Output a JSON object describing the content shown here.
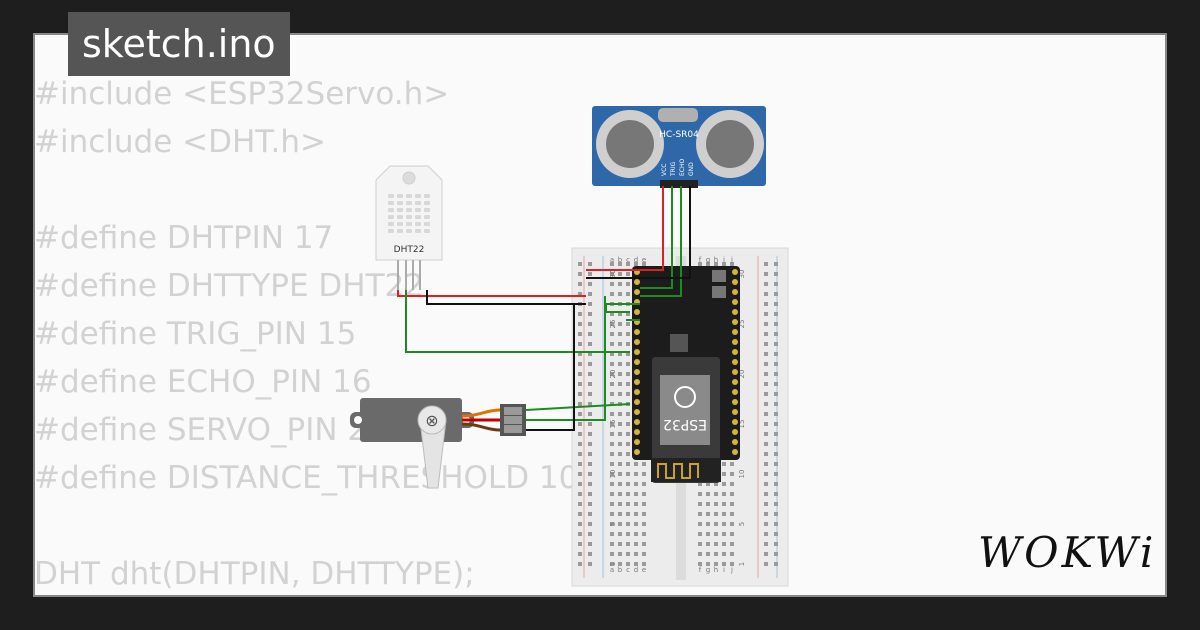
{
  "header": {
    "filename": "sketch.ino"
  },
  "code": {
    "lines": [
      "#include <ESP32Servo.h>",
      "#include <DHT.h>",
      "",
      "#define DHTPIN 17",
      "#define DHTTYPE DHT22",
      "#define TRIG_PIN 15",
      "#define ECHO_PIN 16",
      "#define SERVO_PIN 21",
      "#define DISTANCE_THRESHOLD 10",
      "",
      "DHT dht(DHTPIN, DHTTYPE);"
    ]
  },
  "components": {
    "dht": {
      "label": "DHT22"
    },
    "ultrasonic": {
      "label": "HC-SR04",
      "pins": [
        "VCC",
        "TRIG",
        "ECHO",
        "GND"
      ]
    },
    "mcu": {
      "label": "ESP32"
    },
    "breadboard": {
      "rows_top": [
        "a",
        "b",
        "c",
        "d",
        "e"
      ],
      "rows_bottom": [
        "f",
        "g",
        "h",
        "i",
        "j"
      ],
      "numbers": [
        "30",
        "25",
        "20",
        "15",
        "10",
        "5",
        "1"
      ]
    },
    "servo": {}
  },
  "colors": {
    "vcc_wire": "#e02020",
    "gnd_wire": "#111111",
    "signal_wire": "#1f8a1f",
    "pcb_blue": "#2f68a8",
    "esp_board": "#1c1c1c"
  },
  "footer": {
    "brand": "WOKWi"
  }
}
